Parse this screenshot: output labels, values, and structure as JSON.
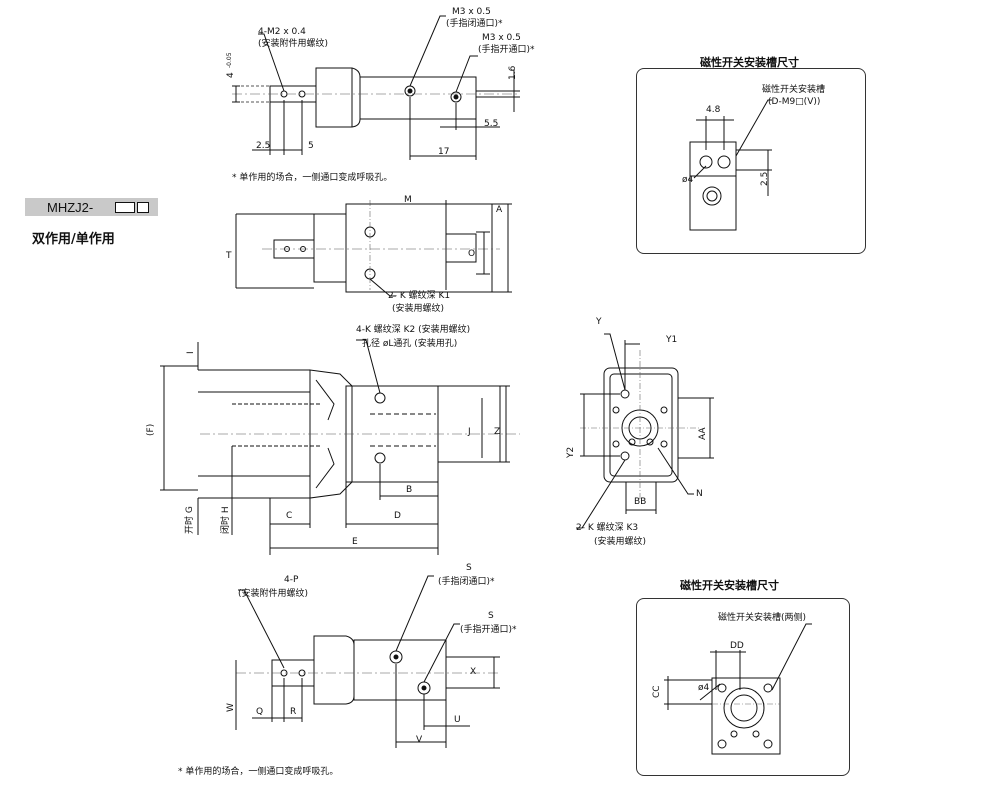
{
  "model": {
    "prefix": "MHZJ2-"
  },
  "subtitle": "双作用/单作用",
  "top_view": {
    "thread_a": "4-M2 x 0.4",
    "thread_a_note": "(安装附件用螺纹)",
    "port1": "M3 x 0.5",
    "port1_note": "(手指闭通口)*",
    "port2": "M3 x 0.5",
    "port2_note": "(手指开通口)*",
    "dim_4": "4",
    "dim_4_tol": "-0.05",
    "dim_4_tol0": "0",
    "dim_16": "1.6",
    "dim_55": "5.5",
    "dim_25": "2.5",
    "dim_5": "5",
    "dim_17": "17",
    "footnote": "* 单作用的场合，一侧通口变成呼吸孔。"
  },
  "mid_view": {
    "M": "M",
    "A": "A",
    "T": "T",
    "O": "O",
    "k1": "2- K 螺纹深 K1",
    "k1_note": "(安装用螺纹)"
  },
  "main_view": {
    "k2": "4-K 螺纹深 K2 (安装用螺纹)",
    "hole": "孔径 øL通孔 (安装用孔)",
    "I": "I",
    "F": "(F)",
    "J": "J",
    "Z": "Z",
    "B": "B",
    "C": "C",
    "D": "D",
    "E": "E",
    "open_G": "开时 G",
    "close_H": "闭时 H"
  },
  "end_view": {
    "Y": "Y",
    "Y1": "Y1",
    "Y2": "Y2",
    "AA": "AA",
    "BB": "BB",
    "N": "N",
    "k3": "2- K 螺纹深 K3",
    "k3_note": "(安装用螺纹)"
  },
  "bottom_view": {
    "P": "4-P",
    "P_note": "(安装附件用螺纹)",
    "S1": "S",
    "S1_note": "(手指闭通口)*",
    "S2": "S",
    "S2_note": "(手指开通口)*",
    "W": "W",
    "Q": "Q",
    "R": "R",
    "V": "V",
    "U": "U",
    "X": "X",
    "footnote": "* 单作用的场合，一侧通口变成呼吸孔。"
  },
  "panel1": {
    "title": "磁性开关安装槽尺寸",
    "label": "磁性开关安装槽",
    "label2": "(D-M9□(V))",
    "d48": "4.8",
    "phi4": "ø4",
    "d25": "2.5"
  },
  "panel2": {
    "title": "磁性开关安装槽尺寸",
    "label": "磁性开关安装槽(两侧)",
    "DD": "DD",
    "CC": "CC",
    "phi4": "ø4"
  }
}
